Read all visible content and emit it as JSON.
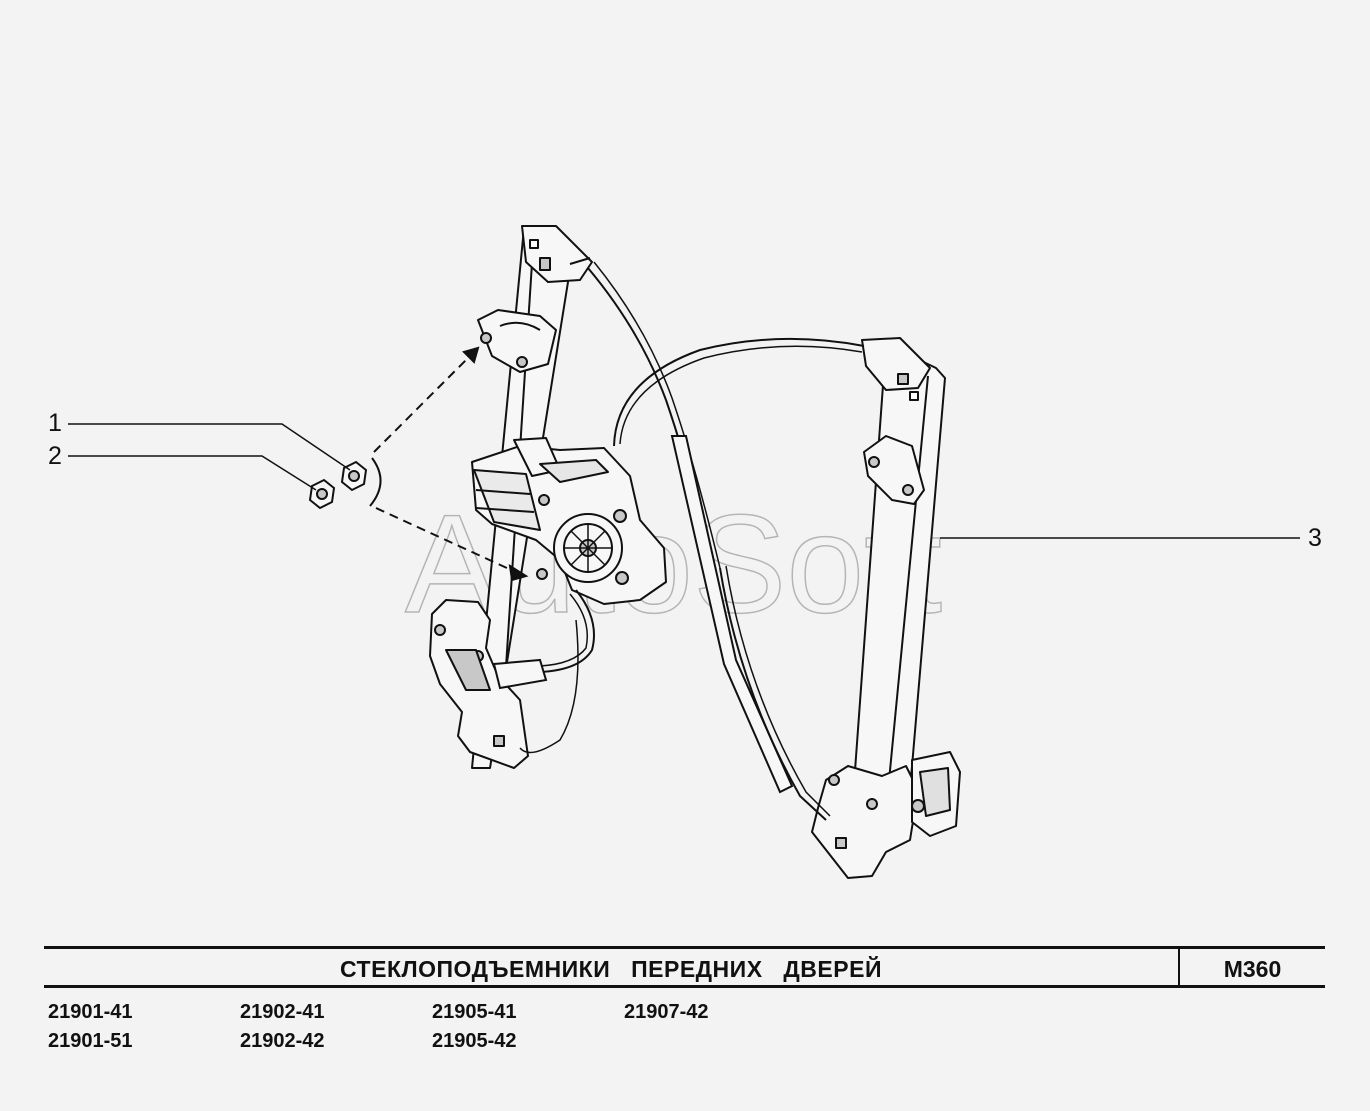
{
  "watermark": "AutoSoft",
  "callouts": [
    {
      "number": "1"
    },
    {
      "number": "2"
    },
    {
      "number": "3"
    }
  ],
  "title": "СТЕКЛОПОДЪЕМНИКИ   ПЕРЕДНИХ   ДВЕРЕЙ",
  "page_code": "M360",
  "models": [
    [
      "21901-41",
      "21901-51"
    ],
    [
      "21902-41",
      "21902-42"
    ],
    [
      "21905-41",
      "21905-42"
    ],
    [
      "21907-42"
    ]
  ],
  "colors": {
    "background": "#f3f3f3",
    "line": "#111111",
    "part_fill": "#f7f7f7",
    "shade": "#c8c8c8"
  }
}
